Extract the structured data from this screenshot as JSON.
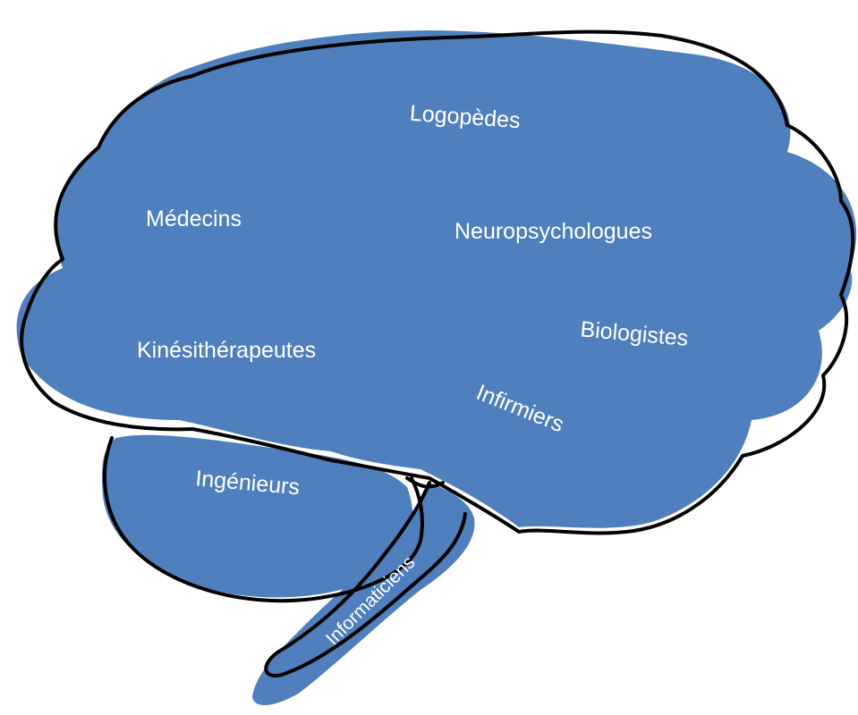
{
  "colors": {
    "fill": "#4f7fbd",
    "outline": "#000000",
    "label": "#ffffff",
    "background": "#ffffff"
  },
  "regions": [
    {
      "key": "logopedes",
      "label": "Logopèdes"
    },
    {
      "key": "medecins",
      "label": "Médecins"
    },
    {
      "key": "neuropsychologues",
      "label": "Neuropsychologues"
    },
    {
      "key": "kinesitherapeutes",
      "label": "Kinésithérapeutes"
    },
    {
      "key": "biologistes",
      "label": "Biologistes"
    },
    {
      "key": "infirmiers",
      "label": "Infirmiers"
    },
    {
      "key": "ingenieurs",
      "label": "Ingénieurs"
    },
    {
      "key": "informaticiens",
      "label": "Informaticiens"
    }
  ]
}
